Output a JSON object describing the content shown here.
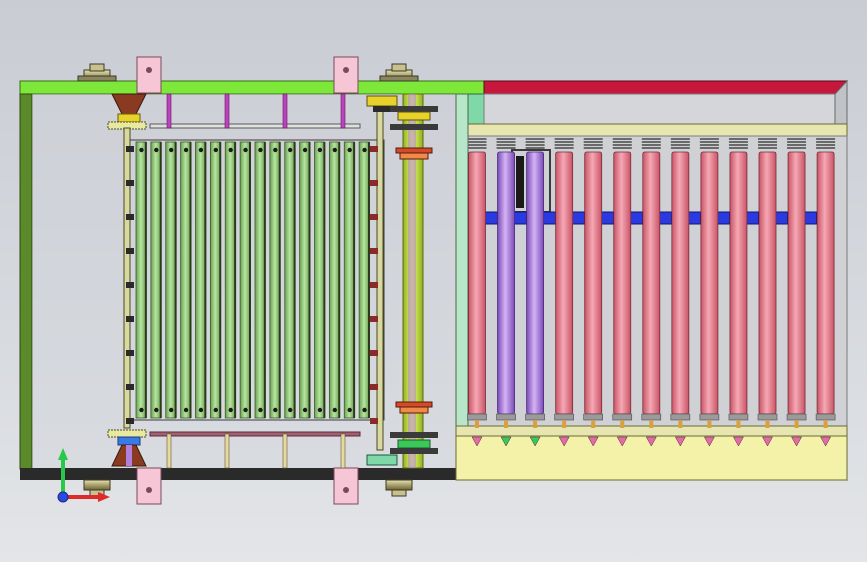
{
  "view": {
    "background_top": "#c9ccd3",
    "background_bottom": "#e3e5e8"
  },
  "colors": {
    "frame_top": "#7ee83a",
    "frame_left": "#5a8a2a",
    "frame_bottom": "#2a2a2a",
    "hopper_top": "#c8173c",
    "hopper_fill": "#f4f1a8",
    "hopper_inner": "#e8e6b0",
    "teal_block": "#7fd8a8",
    "bracket_pink": "#f7c6d6",
    "slats_fill": "#9ed08a",
    "slats_dark": "#4a6a36",
    "drive_shaft": "#c6e63a",
    "drive_shaft_core": "#b080e0",
    "flange_red": "#d24a2a",
    "sprocket_yellow": "#e6d22a",
    "sprocket_blue": "#3a7ae6",
    "roller_pink": "#e57a8c",
    "roller_violet": "#a67ad8",
    "roller_cap": "#b8b8b8",
    "blue_bar": "#2a3ae0",
    "nozzle_pink": "#e66aa6",
    "nozzle_green": "#3ac85a",
    "axis_x": "#e02a2a",
    "axis_y": "#2ac84a",
    "axis_origin": "#2a4ae0"
  },
  "rollers": {
    "count": 13,
    "violet_indices": [
      1,
      2
    ],
    "green_nozzle_indices": [
      1,
      2
    ]
  },
  "slats": {
    "count": 16
  },
  "triad": {
    "icon": "coordinate-triad-icon"
  }
}
